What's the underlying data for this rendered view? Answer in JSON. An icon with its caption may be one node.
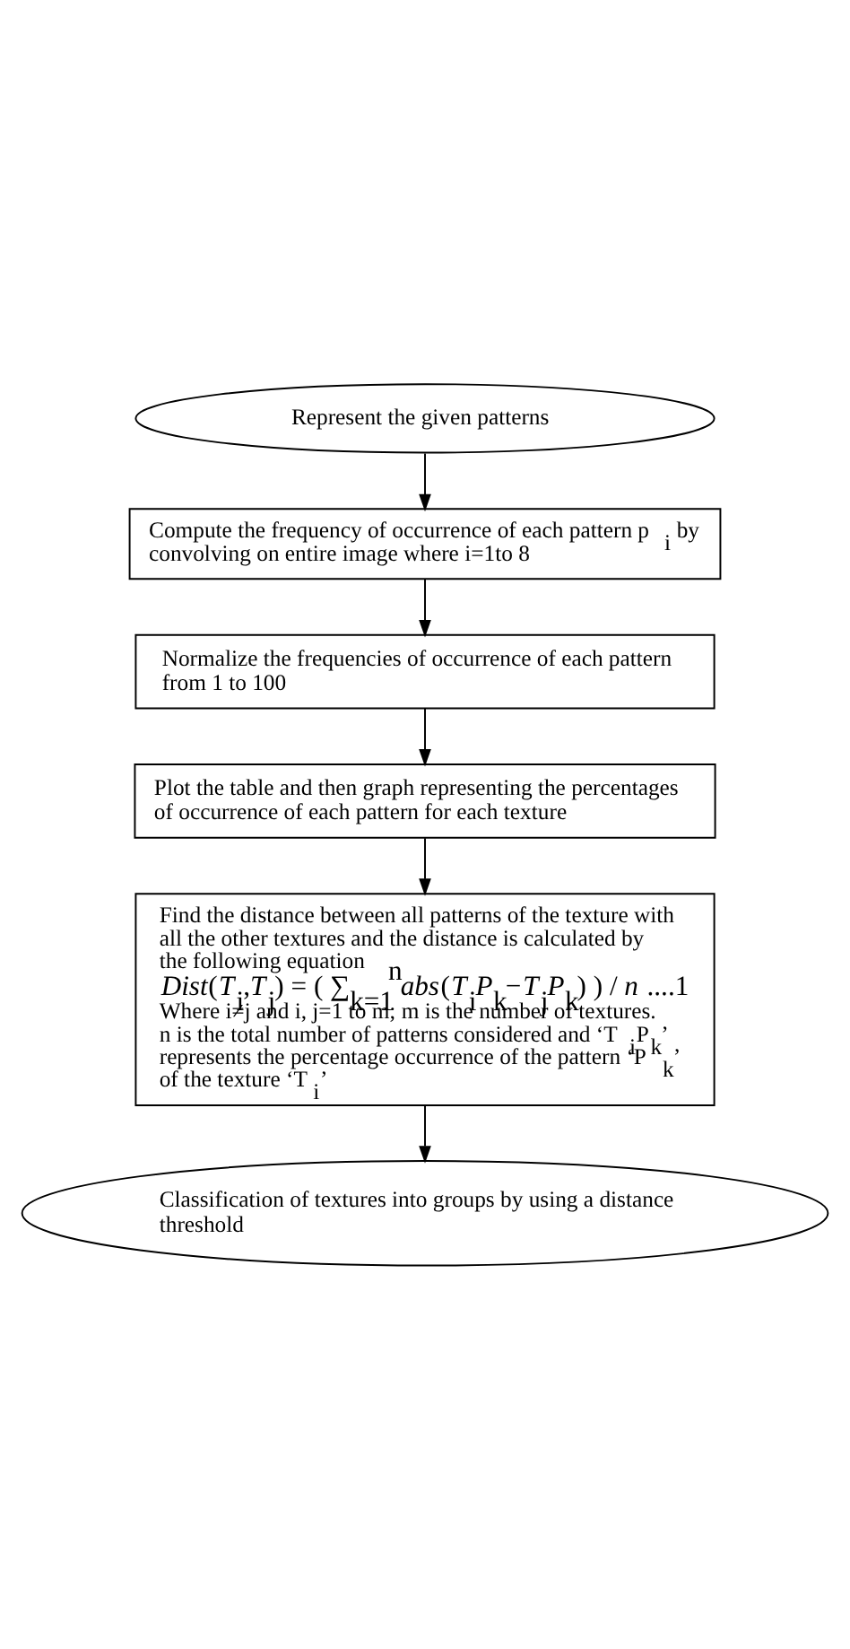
{
  "diagram": {
    "nodes": [
      {
        "text": [
          "Represent the given patterns"
        ]
      },
      {
        "text": [
          "Compute the frequency of occurrence of each pattern p$_{i}$ by convolving on entire image where i=1to 8"
        ]
      },
      {
        "text": [
          "Normalize the frequencies of occurrence of each pattern from 1 to 100"
        ]
      },
      {
        "text": [
          "Plot the table and then graph representing the percentages of occurrence of each pattern for each texture"
        ]
      },
      {
        "text": [
          "Find the distance between all patterns of the texture with all the other textures and the distance is calculated by the following equation",
          "*Dist*(*T*$_{i}$,*T*$_{j}$) = ( ∑$_{k=1}$$^{n}$*abs*(*T*$_{i}$*P*$_{k}$−*T*$_{j}$*P*$_{k}$) ) / *n* ....1",
          "Where i≠j and i, j=1 to m; m is the number of textures.",
          "n is the total number of patterns considered and ‘T$_{i}$P$_{k}$’ represents the percentage occurrence of the pattern ‘P$_{k}$’ of the texture ‘T$_{i}$’"
        ]
      },
      {
        "text": [
          "Classification of textures into groups by using a distance threshold"
        ]
      }
    ],
    "edges": [
      {
        "from": 0,
        "to": 1,
        "arrow": "to"
      },
      {
        "from": 1,
        "to": 2,
        "arrow": "to"
      },
      {
        "from": 2,
        "to": 3,
        "arrow": "to"
      },
      {
        "from": 3,
        "to": 4,
        "arrow": "to"
      },
      {
        "from": 4,
        "to": 5,
        "arrow": "to"
      }
    ]
  }
}
